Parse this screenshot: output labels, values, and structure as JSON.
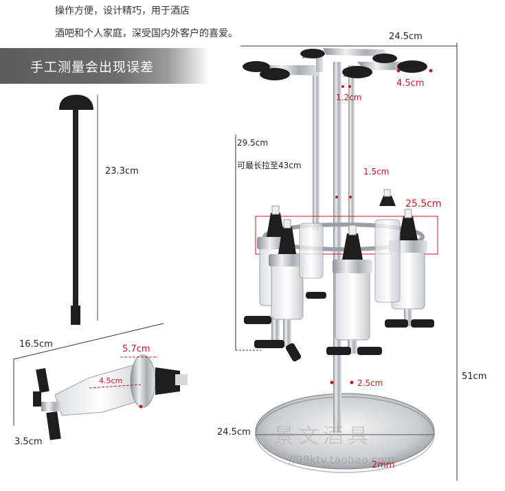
{
  "intro": {
    "line1": "操作方便，设计精巧，用于酒店",
    "line2": "酒吧和个人家庭，深受国内外客户的喜爱。"
  },
  "banner": {
    "text": "手工测量会出现误差"
  },
  "dimensions": {
    "top_width": "24.5cm",
    "cup_width": "4.5cm",
    "gap": "1.2cm",
    "upper_height": "29.5cm",
    "max_extend": "可最长拉至43cm",
    "rod_width": "1.5cm",
    "ring_width": "25.5cm",
    "total_height": "51cm",
    "pole_width": "2.5cm",
    "base_width": "24.5cm",
    "base_thickness": "2mm",
    "stirrer_length": "23.3cm",
    "pourer_length": "16.5cm",
    "pourer_head": "5.7cm",
    "pourer_body": "4.5cm",
    "pourer_nozzle": "3.5cm"
  },
  "watermark": {
    "shop_name": "景文酒具",
    "url": "//98ktv.taobao.com"
  },
  "colors": {
    "banner": "#5b5b5b",
    "red": "#c8161d",
    "chrome": "#b8bcc2",
    "black_part": "#1e1e1e"
  }
}
